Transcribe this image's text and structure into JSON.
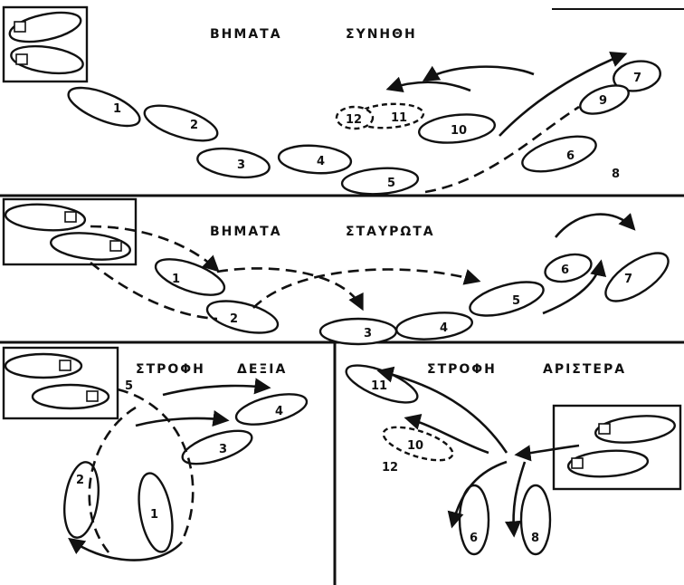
{
  "sections": {
    "steps_regular": {
      "title_word1": "ΒΗΜΑΤΑ",
      "title_word2": "ΣΥΝΗΘΗ"
    },
    "steps_crossed": {
      "title_word1": "ΒΗΜΑΤΑ",
      "title_word2": "ΣΤΑΥΡΩΤΑ"
    },
    "turn_right": {
      "title_word1": "ΣΤΡΟΦΗ",
      "title_word2": "ΔΕΞΙΑ"
    },
    "turn_left": {
      "title_word1": "ΣΤΡΟΦΗ",
      "title_word2": "ΑΡΙΣΤΕΡΑ"
    }
  },
  "step_numbers": {
    "regular": [
      "1",
      "2",
      "3",
      "4",
      "5",
      "6",
      "7",
      "8",
      "9",
      "10",
      "11",
      "12"
    ],
    "crossed": [
      "1",
      "2",
      "3",
      "4",
      "5",
      "6",
      "7"
    ],
    "turn_right": [
      "1",
      "2",
      "3",
      "4",
      "5"
    ],
    "turn_left": [
      "6",
      "8",
      "10",
      "11",
      "12"
    ]
  },
  "colors": {
    "ink": "#111111",
    "paper": "#ffffff"
  }
}
